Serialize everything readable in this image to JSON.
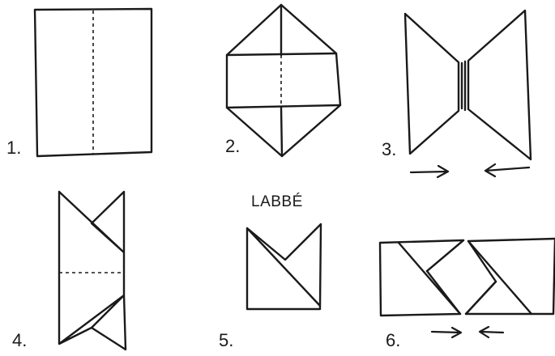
{
  "brand_label": "LABBÉ",
  "steps": [
    {
      "label": "1."
    },
    {
      "label": "2."
    },
    {
      "label": "3."
    },
    {
      "label": "4."
    },
    {
      "label": "5."
    },
    {
      "label": "6."
    }
  ]
}
